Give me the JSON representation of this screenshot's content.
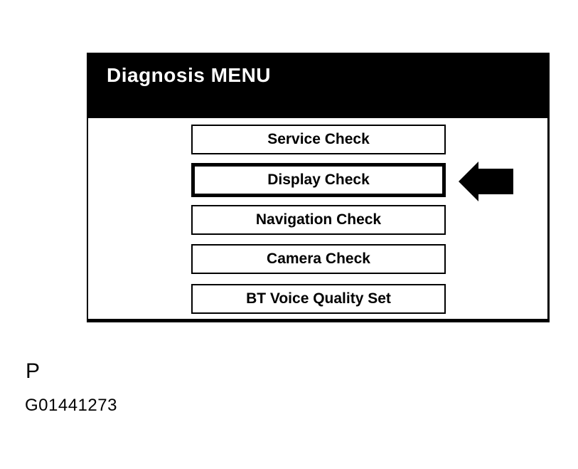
{
  "screen": {
    "title": "Diagnosis MENU",
    "menu_items": [
      {
        "label": "Service Check",
        "selected": false
      },
      {
        "label": "Display Check",
        "selected": true
      },
      {
        "label": "Navigation Check",
        "selected": false
      },
      {
        "label": "Camera Check",
        "selected": false
      },
      {
        "label": "BT Voice Quality Set",
        "selected": false
      }
    ]
  },
  "annotations": {
    "selection_arrow_icon": "left-arrow",
    "page_marker": "P",
    "figure_id": "G01441273"
  },
  "colors": {
    "header_bg": "#000000",
    "header_text": "#ffffff",
    "panel_bg": "#ffffff",
    "border": "#000000",
    "arrow": "#000000"
  }
}
